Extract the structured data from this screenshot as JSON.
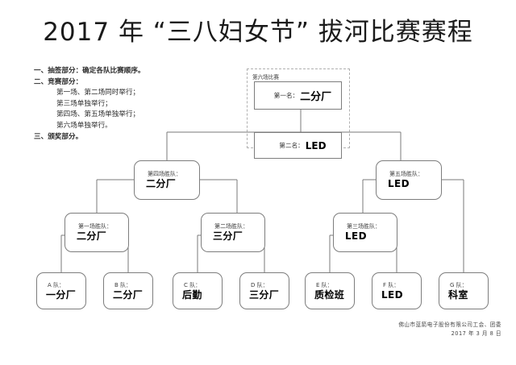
{
  "page": {
    "title": "2017 年 “三八妇女节” 拔河比赛赛程"
  },
  "notes": [
    {
      "text": "一、抽签部分：确定各队比赛顺序。",
      "level": 1
    },
    {
      "text": "二、竞赛部分：",
      "level": 1
    },
    {
      "text": "第一场、第二场同时举行；",
      "level": 2
    },
    {
      "text": "第三场单独举行；",
      "level": 2
    },
    {
      "text": "第四场、第五场单独举行；",
      "level": 2
    },
    {
      "text": "第六场单独举行。",
      "level": 2
    },
    {
      "text": "三、颁奖部分。",
      "level": 1
    }
  ],
  "final_group": {
    "label": "第六场比赛",
    "first": {
      "rank": "第一名：",
      "team": "二分厂"
    },
    "second": {
      "rank": "第二名：",
      "team": "LED"
    }
  },
  "bracket": {
    "round3": [
      {
        "id": "m4",
        "caption": "第四场胜队：",
        "team": "二分厂"
      },
      {
        "id": "m5",
        "caption": "第五场胜队：",
        "team": "LED"
      }
    ],
    "round2": [
      {
        "id": "m1",
        "caption": "第一场胜队：",
        "team": "二分厂"
      },
      {
        "id": "m2",
        "caption": "第二场胜队：",
        "team": "三分厂"
      },
      {
        "id": "m3",
        "caption": "第三场胜队：",
        "team": "LED"
      }
    ],
    "teams": [
      {
        "id": "A",
        "caption": "A 队：",
        "team": "一分厂"
      },
      {
        "id": "B",
        "caption": "B 队：",
        "team": "二分厂"
      },
      {
        "id": "C",
        "caption": "C 队：",
        "team": "后勤"
      },
      {
        "id": "D",
        "caption": "D 队：",
        "team": "三分厂"
      },
      {
        "id": "E",
        "caption": "E 队：",
        "team": "质检班"
      },
      {
        "id": "F",
        "caption": "F 队：",
        "team": "LED"
      },
      {
        "id": "G",
        "caption": "G 队：",
        "team": "科室"
      }
    ]
  },
  "footer": {
    "org": "佛山市蓝箭电子股份有限公司工会、团委",
    "date": "2017 年 3 月 8 日"
  },
  "colors": {
    "box_border": "#7d7d7d",
    "line": "#7a7a7a",
    "dashed": "#b0b0b0",
    "text": "#111111"
  }
}
